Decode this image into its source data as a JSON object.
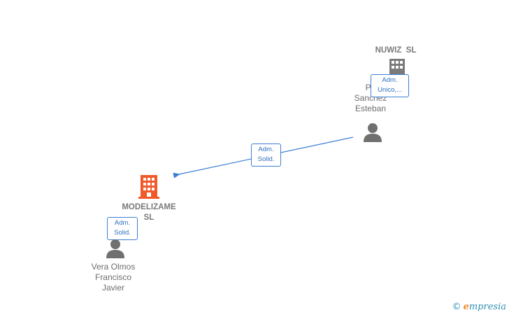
{
  "nodes": {
    "nuwiz": {
      "name": "NUWIZ  SL",
      "type": "company",
      "color": "#7a7a7a"
    },
    "modelizame": {
      "name_line1": "MODELIZAME",
      "name_line2": "SL",
      "type": "company",
      "color": "#f05a2b"
    },
    "pablo": {
      "line1": "Pa",
      "line2": "Sanchez",
      "line3": "Esteban",
      "type": "person"
    },
    "vera": {
      "line1": "Vera Olmos",
      "line2": "Francisco",
      "line3": "Javier",
      "type": "person"
    }
  },
  "edges": [
    {
      "from": "pablo",
      "to": "nuwiz",
      "label_line1": "Adm.",
      "label_line2": "Unico,..."
    },
    {
      "from": "pablo",
      "to": "modelizame",
      "label_line1": "Adm.",
      "label_line2": "Solid."
    },
    {
      "from": "vera",
      "to": "modelizame",
      "label_line1": "Adm.",
      "label_line2": "Solid."
    }
  ],
  "colors": {
    "edge": "#3b7fd4",
    "person": "#707070"
  },
  "watermark": {
    "symbol": "©",
    "brand_initial": "e",
    "brand_rest": "mpresia"
  }
}
